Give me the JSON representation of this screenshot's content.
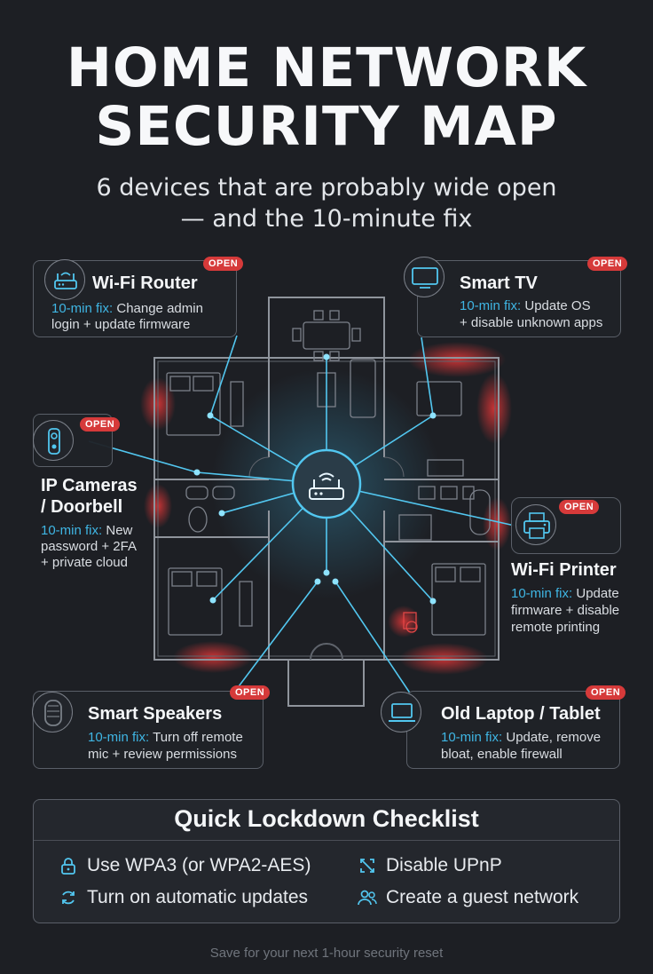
{
  "header": {
    "title_line1": "HOME NETWORK",
    "title_line2": "SECURITY MAP",
    "subtitle_line1": "6 devices that are probably wide open",
    "subtitle_line2": "— and the 10-minute fix"
  },
  "badge_label": "OPEN",
  "fix_label": "10-min fix:",
  "colors": {
    "accent": "#3fb6e4",
    "alert": "#d63a3a",
    "background": "#1d1f24"
  },
  "devices": [
    {
      "id": "router",
      "icon": "router-icon",
      "title": "Wi-Fi Router",
      "fix_line1": "Change admin",
      "fix_line2": "login + update firmware"
    },
    {
      "id": "tv",
      "icon": "tv-icon",
      "title": "Smart TV",
      "fix_line1": "Update OS",
      "fix_line2": "+ disable unknown apps"
    },
    {
      "id": "camera",
      "icon": "doorbell-camera-icon",
      "title_line1": "IP Cameras",
      "title_line2": "/ Doorbell",
      "fix_line1": "New",
      "fix_line2": "password + 2FA",
      "fix_line3": "+ private cloud"
    },
    {
      "id": "printer",
      "icon": "printer-icon",
      "title": "Wi-Fi Printer",
      "fix_line1": "Update",
      "fix_line2": "firmware + disable",
      "fix_line3": "remote printing"
    },
    {
      "id": "speaker",
      "icon": "smart-speaker-icon",
      "title": "Smart Speakers",
      "fix_line1": "Turn off remote",
      "fix_line2": "mic + review permissions"
    },
    {
      "id": "laptop",
      "icon": "laptop-icon",
      "title": "Old Laptop / Tablet",
      "fix_line1": "Update, remove",
      "fix_line2": "bloat, enable firewall"
    }
  ],
  "checklist": {
    "title": "Quick Lockdown Checklist",
    "items": [
      {
        "icon": "lock-icon",
        "label": "Use WPA3 (or WPA2-AES)"
      },
      {
        "icon": "upnp-disabled-icon",
        "label": "Disable UPnP"
      },
      {
        "icon": "refresh-icon",
        "label": "Turn on automatic updates"
      },
      {
        "icon": "users-icon",
        "label": "Create a guest network"
      }
    ]
  },
  "footer": "Save for your next 1-hour security reset"
}
